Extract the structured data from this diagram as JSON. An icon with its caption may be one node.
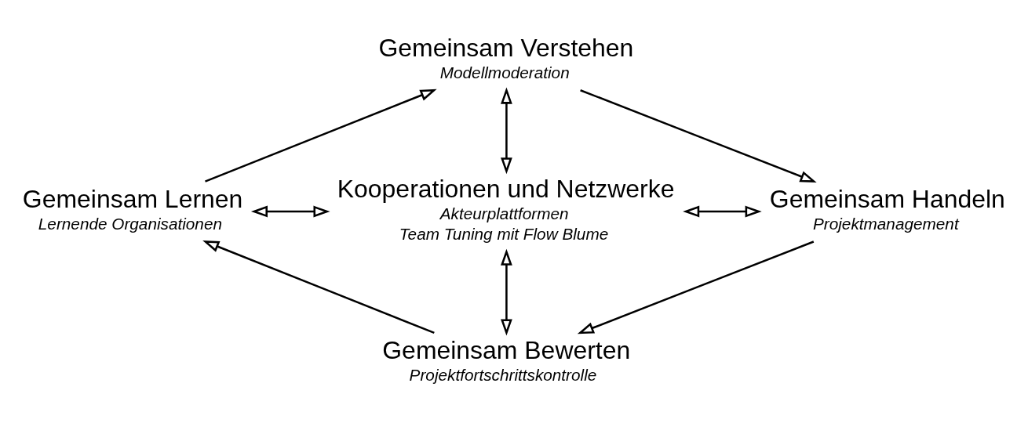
{
  "diagram": {
    "nodes": [
      {
        "text": [
          "Gemeinsam Verstehen",
          "Modellmoderation"
        ]
      },
      {
        "text": [
          "Gemeinsam Lernen",
          "Lernende Organisationen"
        ]
      },
      {
        "text": [
          "Kooperationen und Netzwerke",
          "Akteurplattformen",
          "Team Tuning mit Flow Blume"
        ]
      },
      {
        "text": [
          "Gemeinsam Handeln",
          "Projektmanagement"
        ]
      },
      {
        "text": [
          "Gemeinsam Bewerten",
          "Projektfortschrittskontrolle"
        ]
      }
    ],
    "edges": [
      {
        "from": 1,
        "to": 0,
        "arrow": "to"
      },
      {
        "from": 0,
        "to": 3,
        "arrow": "to"
      },
      {
        "from": 3,
        "to": 4,
        "arrow": "to"
      },
      {
        "from": 4,
        "to": 1,
        "arrow": "to"
      },
      {
        "from": 0,
        "to": 2,
        "arrow": "both"
      },
      {
        "from": 1,
        "to": 2,
        "arrow": "both"
      },
      {
        "from": 2,
        "to": 3,
        "arrow": "both"
      },
      {
        "from": 2,
        "to": 4,
        "arrow": "both"
      }
    ]
  }
}
